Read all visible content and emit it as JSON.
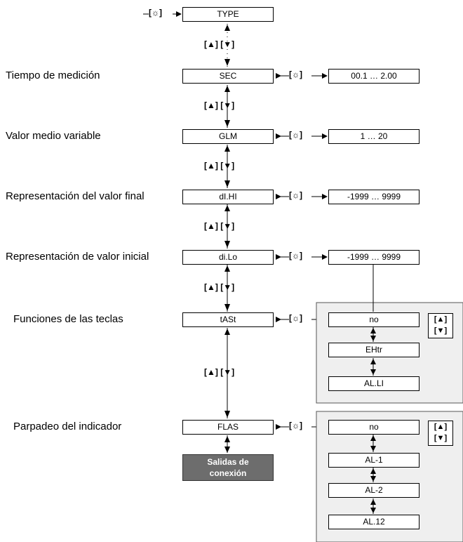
{
  "nodes": {
    "type": "TYPE",
    "sec": "SEC",
    "glm": "GLM",
    "dihi": "dI.HI",
    "dilo": "di.Lo",
    "tast": "tASt",
    "flas": "FLAS",
    "salidas_line1": "Salidas de",
    "salidas_line2": "conexión"
  },
  "labels": {
    "sec": "Tiempo de medición",
    "glm": "Valor medio variable",
    "dihi": "Representación del valor final",
    "dilo": "Representación de valor inicial",
    "tast": "Funciones de las teclas",
    "flas": "Parpadeo del indicador"
  },
  "values": {
    "sec": "00.1 … 2.00",
    "glm": "1 … 20",
    "dihi": "-1999 … 9999",
    "dilo": "-1999 … 9999"
  },
  "tast_options": [
    "no",
    "EHtr",
    "AL.LI"
  ],
  "flas_options": [
    "no",
    "AL-1",
    "AL-2",
    "AL.12"
  ],
  "buttons": {
    "up_down": "[▲] [▼]",
    "up": "[▲]",
    "down": "[▼]",
    "set_icon": "sun-icon"
  }
}
